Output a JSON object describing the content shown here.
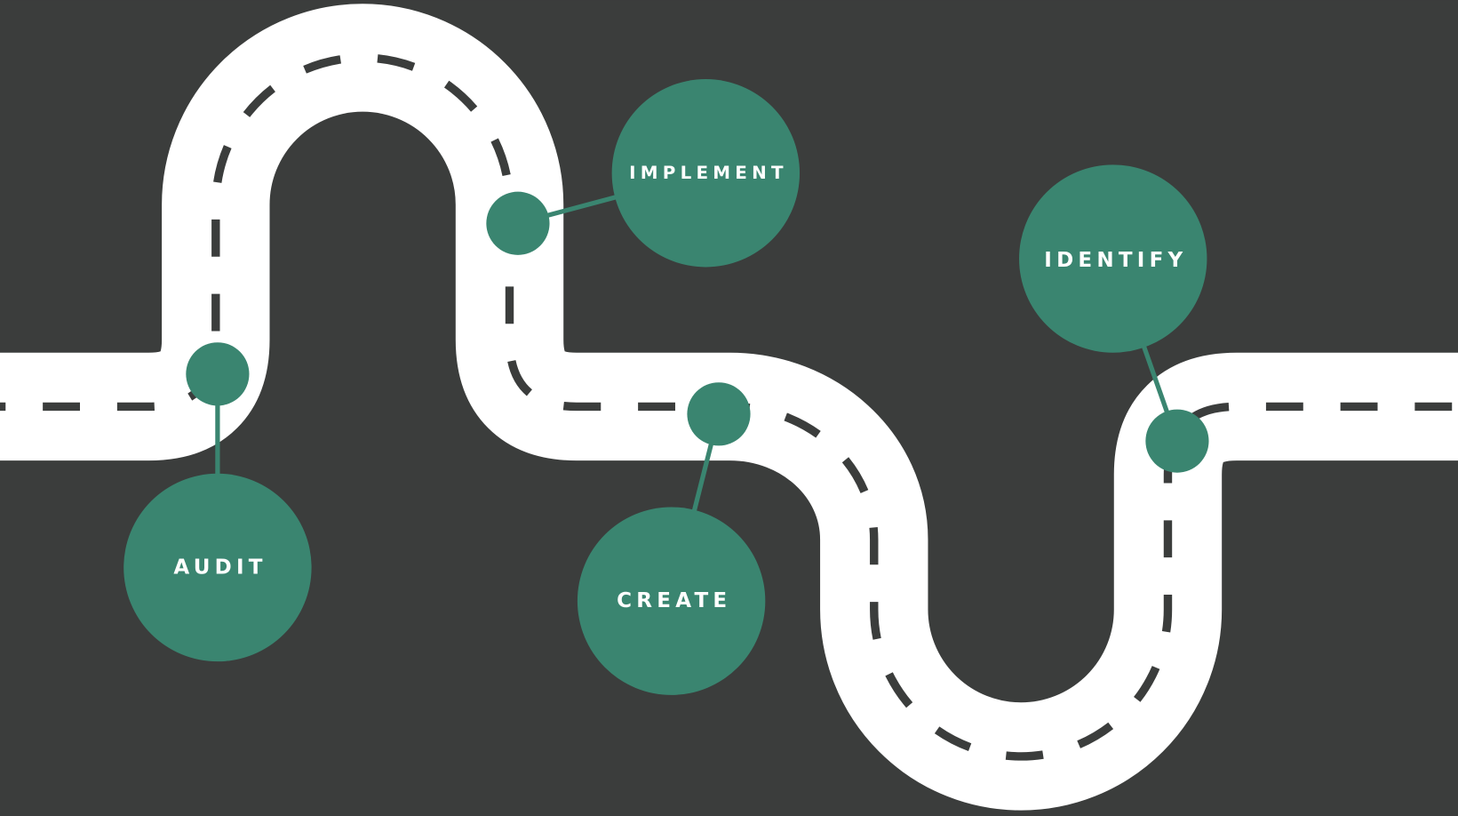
{
  "colors": {
    "background": "#3b3d3c",
    "road": "#ffffff",
    "accent": "#3a8570"
  },
  "steps": [
    {
      "label": "AUDIT"
    },
    {
      "label": "IMPLEMENT"
    },
    {
      "label": "CREATE"
    },
    {
      "label": "IDENTIFY"
    }
  ]
}
